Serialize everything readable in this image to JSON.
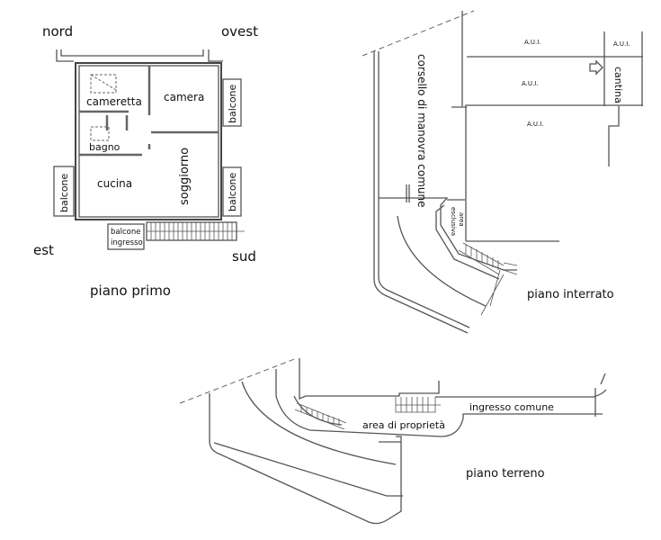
{
  "piano_primo": {
    "title": "piano primo",
    "compass": {
      "nord": "nord",
      "ovest": "ovest",
      "est": "est",
      "sud": "sud"
    },
    "rooms": {
      "cameretta": "cameretta",
      "camera": "camera",
      "bagno": "bagno",
      "cucina": "cucina",
      "soggiorno": "soggiorno",
      "balcone_right_top": "balcone",
      "balcone_right_bottom": "balcone",
      "balcone_left": "balcone",
      "balcone_ingresso_1": "balcone",
      "balcone_ingresso_2": "ingresso"
    }
  },
  "piano_interrato": {
    "title": "piano interrato",
    "labels": {
      "aui_1": "A.U.I.",
      "aui_2": "A.U.I.",
      "aui_3": "A.U.I.",
      "aui_4": "A.U.I.",
      "cantina": "cantina",
      "corsello": "corsello di manovra comune",
      "area_1": "area",
      "area_2": "esclusiva"
    }
  },
  "piano_terreno": {
    "title": "piano terreno",
    "labels": {
      "ingresso_comune": "ingresso comune",
      "area_proprieta": "area di proprietà"
    }
  }
}
